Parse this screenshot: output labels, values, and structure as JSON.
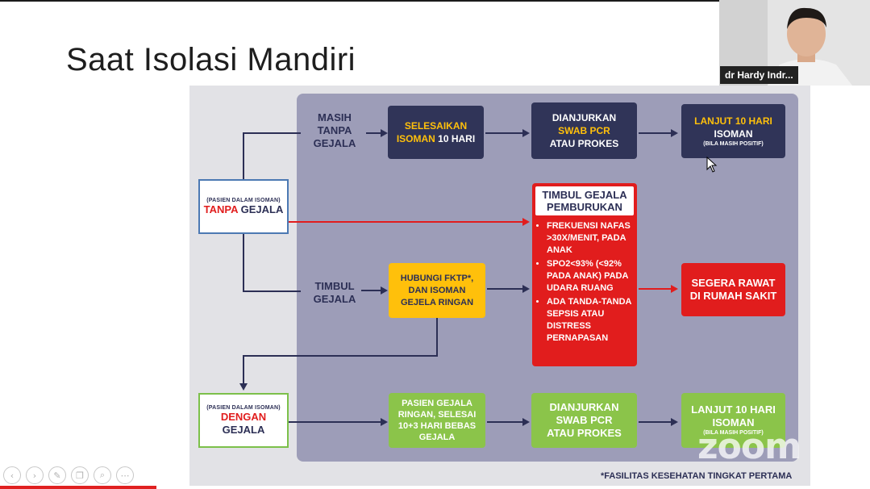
{
  "slide": {
    "title": "Saat Isolasi Mandiri",
    "footnote": "*FASILITAS KESEHATAN TINGKAT PERTAMA",
    "patient_no_symptoms": {
      "small": "(PASIEN DALAM ISOMAN)",
      "word_red": "TANPA",
      "word_rest": " GEJALA"
    },
    "patient_symptoms": {
      "small": "(PASIEN DALAM ISOMAN)",
      "word_red": "DENGAN",
      "word_rest": "GEJALA"
    },
    "label_no_symptoms": [
      "MASIH",
      "TANPA",
      "GEJALA"
    ],
    "label_symptoms": [
      "TIMBUL",
      "GEJALA"
    ],
    "row1": {
      "box1": {
        "line1": "SELESAIKAN",
        "line2_hl": "ISOMAN",
        "line2_rest": " 10 HARI"
      },
      "box2": [
        "DIANJURKAN",
        "SWAB PCR",
        "ATAU PROKES"
      ],
      "box3": {
        "line1": "LANJUT 10 HARI",
        "line2": "ISOMAN",
        "line3": "(BILA MASIH POSITIF)"
      }
    },
    "row2": {
      "box1": [
        "HUBUNGI FKTP*,",
        "DAN ISOMAN",
        "GEJELA RINGAN"
      ],
      "emergency": [
        "SEGERA RAWAT",
        "DI RUMAH SAKIT"
      ]
    },
    "alert": {
      "head": [
        "TIMBUL GEJALA",
        "PEMBURUKAN"
      ],
      "items": [
        "FREKUENSI NAFAS >30X/MENIT, PADA ANAK",
        "SPO2<93% (<92% PADA ANAK) PADA UDARA RUANG",
        "ADA TANDA-TANDA SEPSIS ATAU DISTRESS PERNAPASAN"
      ]
    },
    "row3": {
      "box1": {
        "line1": "PASIEN GEJALA",
        "line2": "RINGAN, SELESAI",
        "line3": "10+3 HARI BEBAS",
        "line4": "GEJALA"
      },
      "box2": [
        "DIANJURKAN",
        "SWAB PCR",
        "ATAU PROKES"
      ],
      "box3": {
        "line1": "LANJUT 10 HARI",
        "line2": "ISOMAN",
        "line3": "(BILA MASIH POSITIF)"
      }
    }
  },
  "video": {
    "participant_name": "dr Hardy Indr..."
  },
  "watermark": "zoom",
  "controls": [
    {
      "name": "back-icon",
      "glyph": "‹"
    },
    {
      "name": "forward-icon",
      "glyph": "›"
    },
    {
      "name": "pen-icon",
      "glyph": "✎"
    },
    {
      "name": "copy-icon",
      "glyph": "❐"
    },
    {
      "name": "zoom-icon",
      "glyph": "⌕"
    },
    {
      "name": "more-icon",
      "glyph": "⋯"
    }
  ]
}
